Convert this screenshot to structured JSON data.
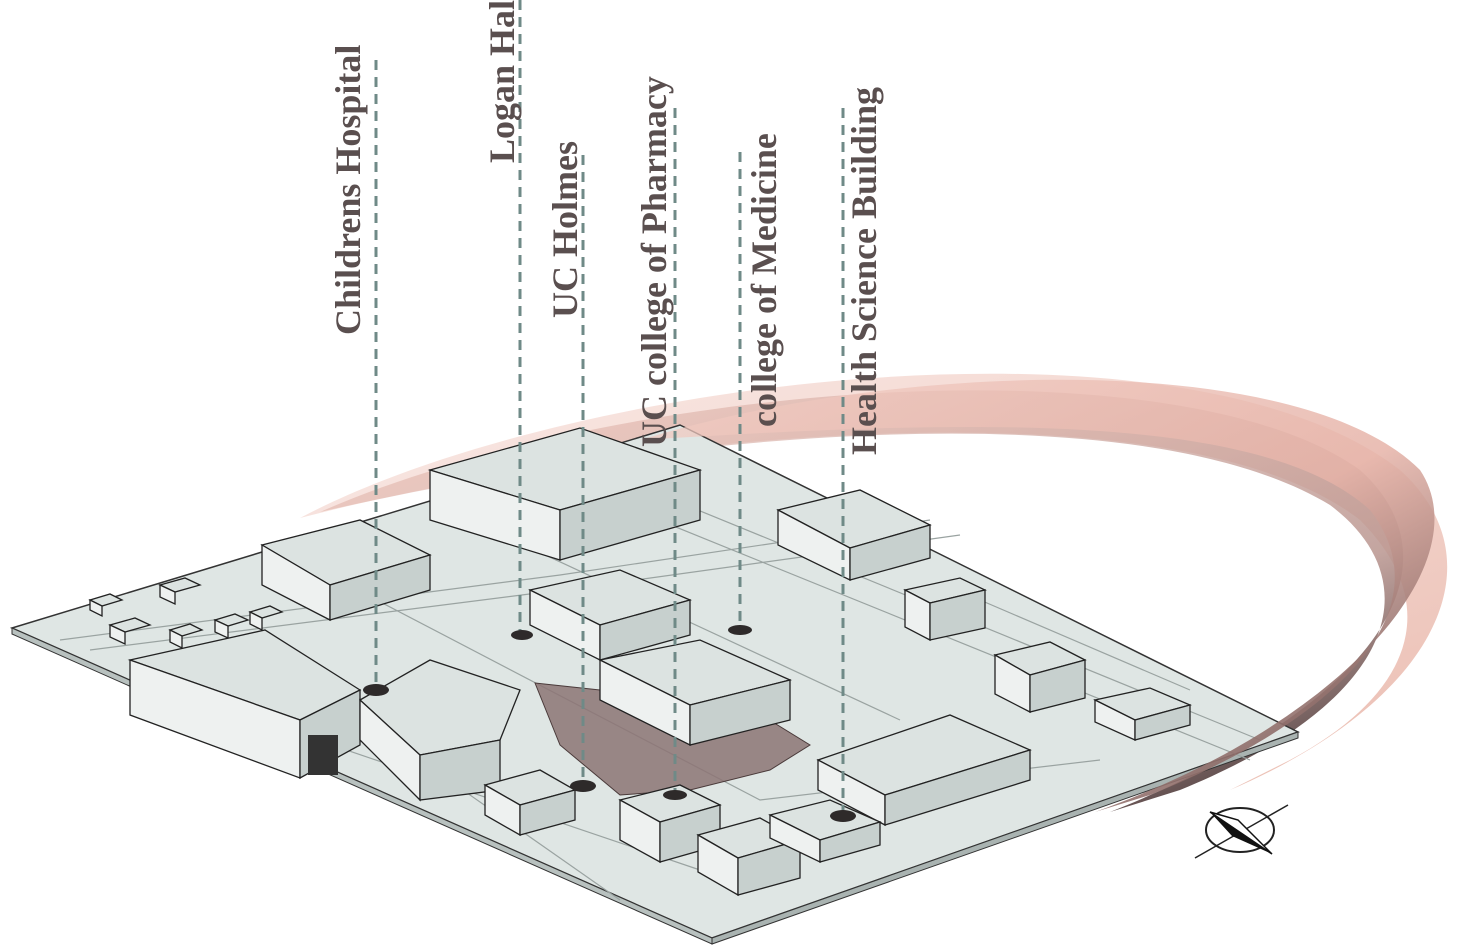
{
  "labels": [
    {
      "id": "childrens-hospital",
      "text": "Childrens Hospital"
    },
    {
      "id": "logan-hall",
      "text": "Logan Hall"
    },
    {
      "id": "uc-holmes",
      "text": "UC Holmes"
    },
    {
      "id": "uc-college-of-pharmacy",
      "text": "UC college of Pharmacy"
    },
    {
      "id": "college-of-medicine",
      "text": "college of Medicine"
    },
    {
      "id": "health-science-building",
      "text": "Health Science Building"
    }
  ],
  "colors": {
    "label": "#5a4f4f",
    "leader": "#6f8a87",
    "ground": "#dfe6e4",
    "plaza": "#8c7474",
    "arc_light": "#e9b7ac",
    "arc_dark": "#5c4a4c"
  },
  "icons": {
    "compass": "north-arrow-icon"
  }
}
